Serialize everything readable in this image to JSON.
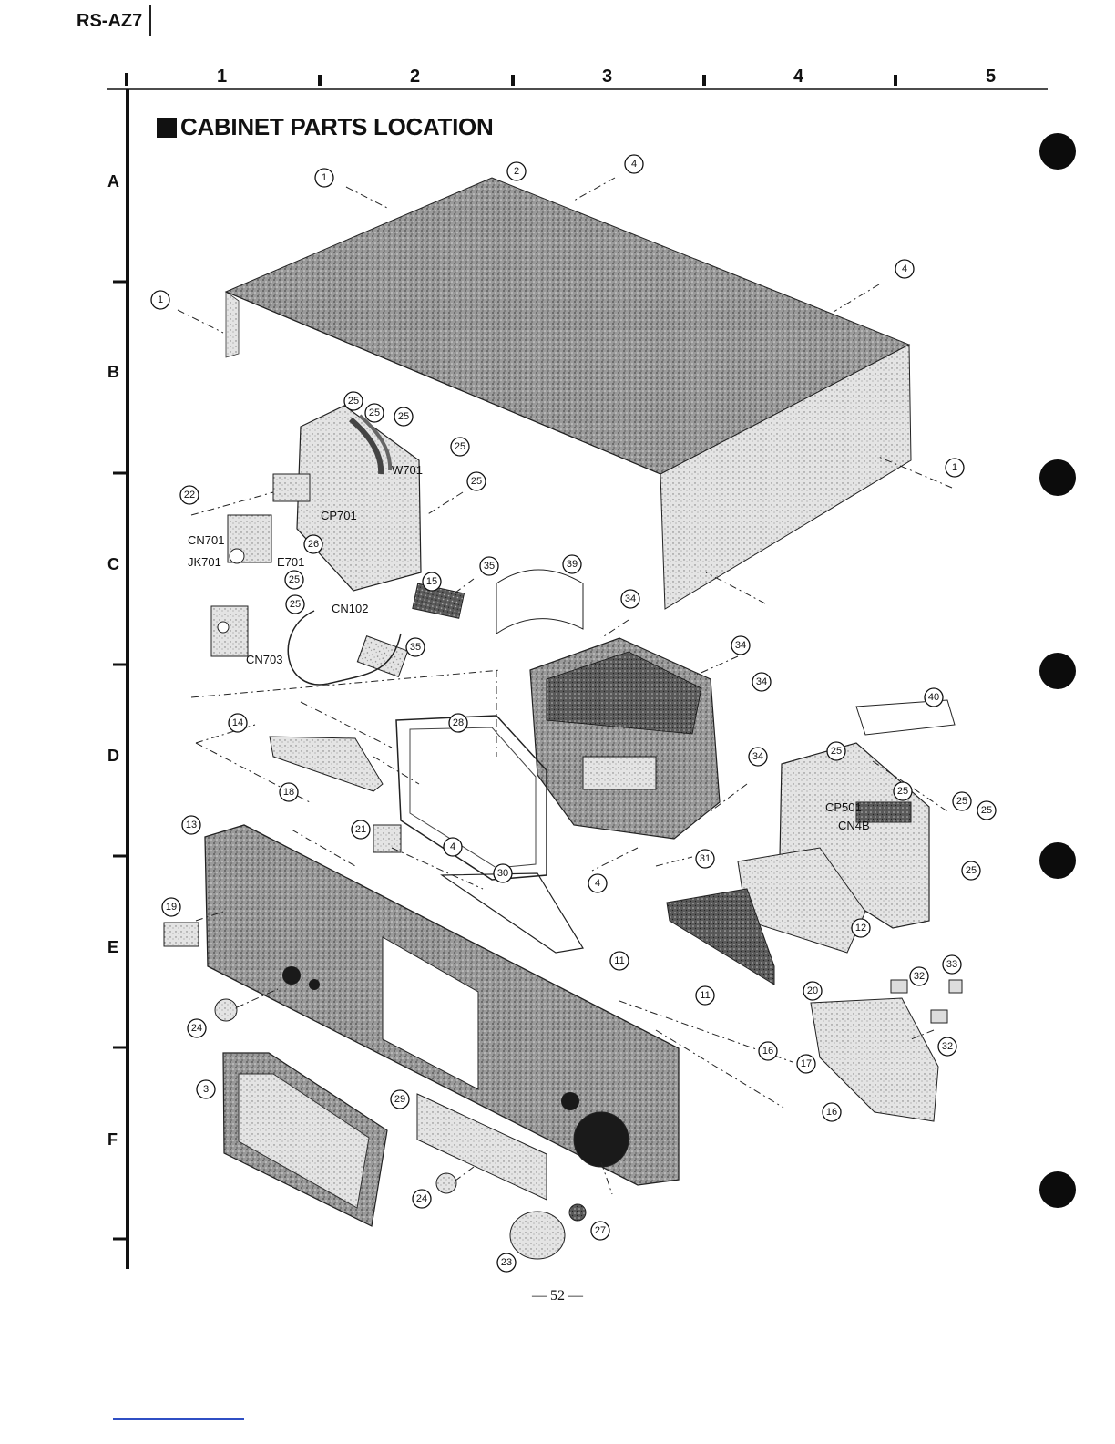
{
  "header": {
    "model": "RS-AZ7"
  },
  "grid": {
    "columns": [
      "1",
      "2",
      "3",
      "4",
      "5"
    ],
    "rows": [
      "A",
      "B",
      "C",
      "D",
      "E",
      "F"
    ]
  },
  "title": "CABINET PARTS LOCATION",
  "page_number": "— 52 —",
  "connector_labels": [
    "W701",
    "CP701",
    "CN701",
    "JK701",
    "E701",
    "CN102",
    "CN703",
    "CP501",
    "CN4B"
  ],
  "callouts": [
    "1",
    "2",
    "4",
    "4",
    "1",
    "25",
    "25",
    "25",
    "25",
    "25",
    "22",
    "26",
    "1",
    "25",
    "25",
    "15",
    "35",
    "39",
    "34",
    "35",
    "34",
    "34",
    "14",
    "28",
    "40",
    "18",
    "34",
    "25",
    "25",
    "25",
    "25",
    "13",
    "21",
    "4",
    "31",
    "30",
    "4",
    "25",
    "19",
    "12",
    "11",
    "32",
    "33",
    "20",
    "11",
    "24",
    "32",
    "16",
    "17",
    "3",
    "29",
    "16",
    "24",
    "27",
    "23"
  ],
  "colors": {
    "ink": "#111111",
    "paper": "#ffffff",
    "link": "#2f4fc4"
  }
}
